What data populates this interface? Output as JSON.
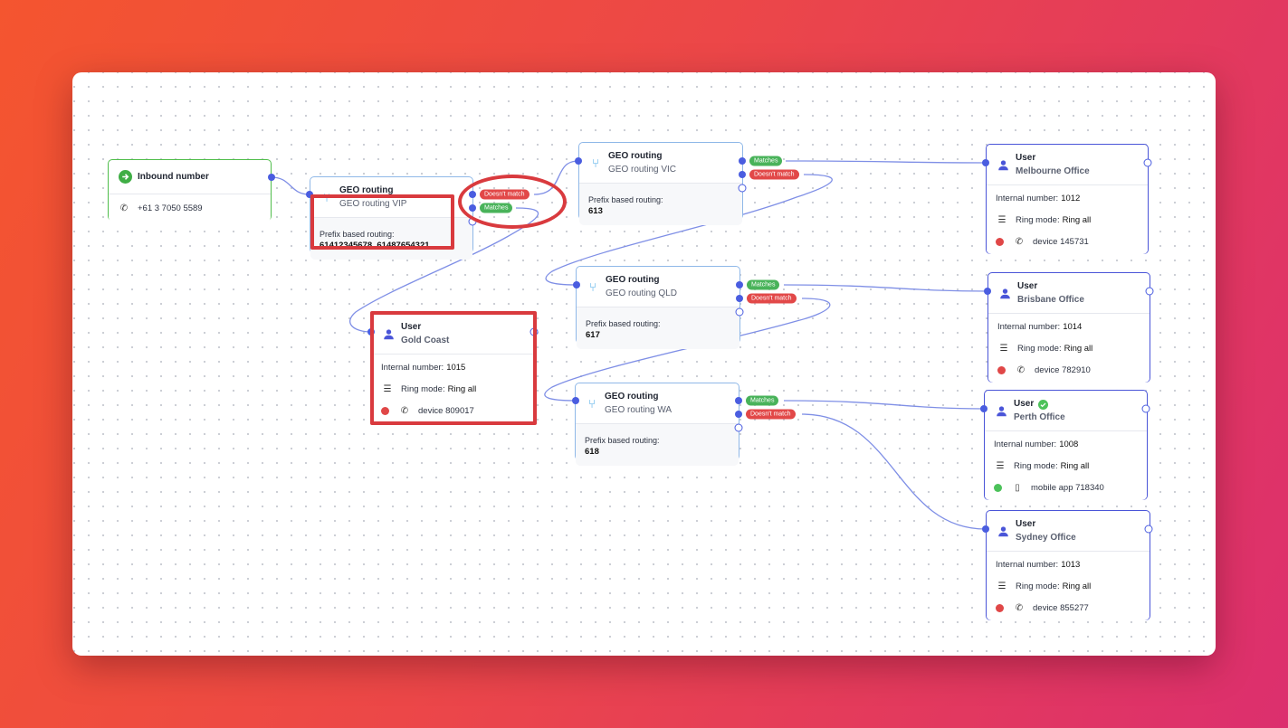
{
  "colors": {
    "accent": "#4a5de0",
    "match": "#49b35a",
    "nomatch": "#e24848",
    "highlight": "#d93a3e"
  },
  "edge_labels": {
    "matches": "Matches",
    "no_match": "Doesn't match"
  },
  "inbound": {
    "title": "Inbound number",
    "number": "+61 3 7050 5589",
    "icon": "arrow-right-circle-icon"
  },
  "geo_vip": {
    "title": "GEO routing",
    "subtitle": "GEO routing VIP",
    "label": "Prefix based routing:",
    "value": "61412345678, 61487654321"
  },
  "geo_vic": {
    "title": "GEO routing",
    "subtitle": "GEO routing VIC",
    "label": "Prefix based routing:",
    "value": "613"
  },
  "geo_qld": {
    "title": "GEO routing",
    "subtitle": "GEO routing QLD",
    "label": "Prefix based routing:",
    "value": "617"
  },
  "geo_wa": {
    "title": "GEO routing",
    "subtitle": "GEO routing WA",
    "label": "Prefix based routing:",
    "value": "618"
  },
  "users": {
    "gold_coast": {
      "title": "User",
      "subtitle": "Gold Coast",
      "internal_label": "Internal number:",
      "internal": "1015",
      "ring_label": "Ring mode:",
      "ring": "Ring all",
      "device": "device 809017",
      "status": "red"
    },
    "melbourne": {
      "title": "User",
      "subtitle": "Melbourne Office",
      "internal_label": "Internal number:",
      "internal": "1012",
      "ring_label": "Ring mode:",
      "ring": "Ring all",
      "device": "device 145731",
      "status": "red"
    },
    "brisbane": {
      "title": "User",
      "subtitle": "Brisbane Office",
      "internal_label": "Internal number:",
      "internal": "1014",
      "ring_label": "Ring mode:",
      "ring": "Ring all",
      "device": "device 782910",
      "status": "red"
    },
    "perth": {
      "title": "User",
      "subtitle": "Perth Office",
      "internal_label": "Internal number:",
      "internal": "1008",
      "ring_label": "Ring mode:",
      "ring": "Ring all",
      "device": "mobile app 718340",
      "status": "green"
    },
    "sydney": {
      "title": "User",
      "subtitle": "Sydney Office",
      "internal_label": "Internal number:",
      "internal": "1013",
      "ring_label": "Ring mode:",
      "ring": "Ring all",
      "device": "device 855277",
      "status": "red"
    }
  }
}
